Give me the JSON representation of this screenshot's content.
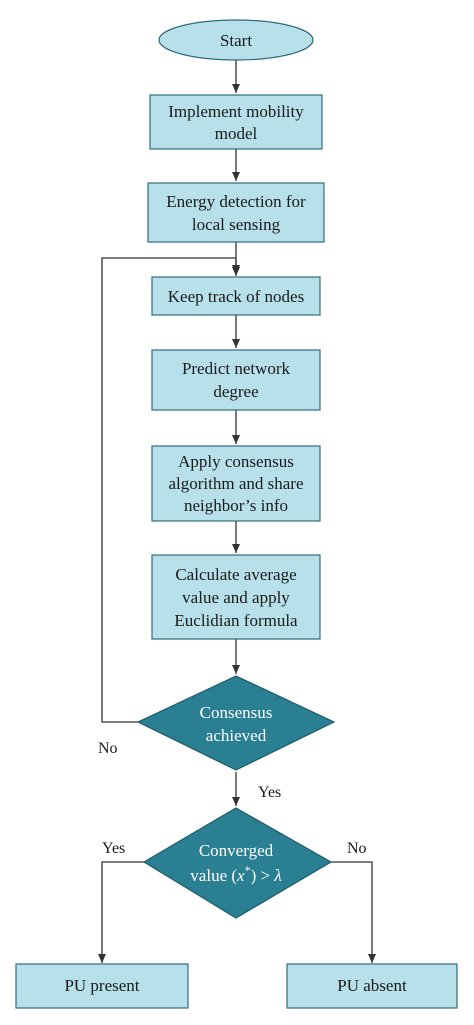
{
  "nodes": {
    "start": {
      "lines": [
        "Start"
      ]
    },
    "mobility": {
      "lines": [
        "Implement mobility",
        "model"
      ]
    },
    "energy": {
      "lines": [
        "Energy detection for",
        "local sensing"
      ]
    },
    "track": {
      "lines": [
        "Keep track of nodes"
      ]
    },
    "predict": {
      "lines": [
        "Predict network",
        "degree"
      ]
    },
    "consensus_alg": {
      "lines": [
        "Apply consensus",
        "algorithm and share",
        "neighbor’s info"
      ]
    },
    "average": {
      "lines": [
        "Calculate average",
        "value and apply",
        "Euclidian formula"
      ]
    },
    "achieved": {
      "lines": [
        "Consensus",
        "achieved"
      ]
    },
    "converged": {
      "line1": "Converged",
      "line2_prefix": "value (",
      "var": "x",
      "sup": "*",
      "line2_suffix": ") > ",
      "lambda": "λ"
    },
    "pu_present": {
      "lines": [
        "PU present"
      ]
    },
    "pu_absent": {
      "lines": [
        "PU absent"
      ]
    }
  },
  "edge_labels": {
    "no_loop": "No",
    "yes_down": "Yes",
    "yes_left": "Yes",
    "no_right": "No"
  },
  "colors": {
    "box_fill": "#b7e0ea",
    "decision_fill": "#2a7f93",
    "line": "#333333"
  }
}
